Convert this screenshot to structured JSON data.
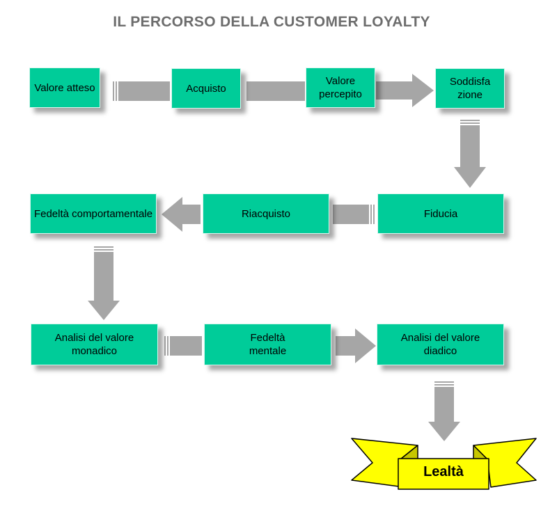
{
  "title": "IL PERCORSO DELLA CUSTOMER LOYALTY",
  "nodes": {
    "valore_atteso": "Valore atteso",
    "acquisto": "Acquisto",
    "valore_percepito": "Valore percepito",
    "soddisfazione": "Soddisfa zione",
    "fiducia": "Fiducia",
    "riacquisto": "Riacquisto",
    "fedelta_comportamentale": "Fedeltà comportamentale",
    "analisi_monadico": "Analisi del valore monadico",
    "fedelta_mentale": "Fedeltà mentale",
    "analisi_diadico": "Analisi del valore diadico",
    "lealta": "Lealtà"
  },
  "colors": {
    "box_fill": "#00cc99",
    "arrow_fill": "#a6a6a6",
    "banner_fill": "#ffff00",
    "title_color": "#6d6d6d"
  }
}
